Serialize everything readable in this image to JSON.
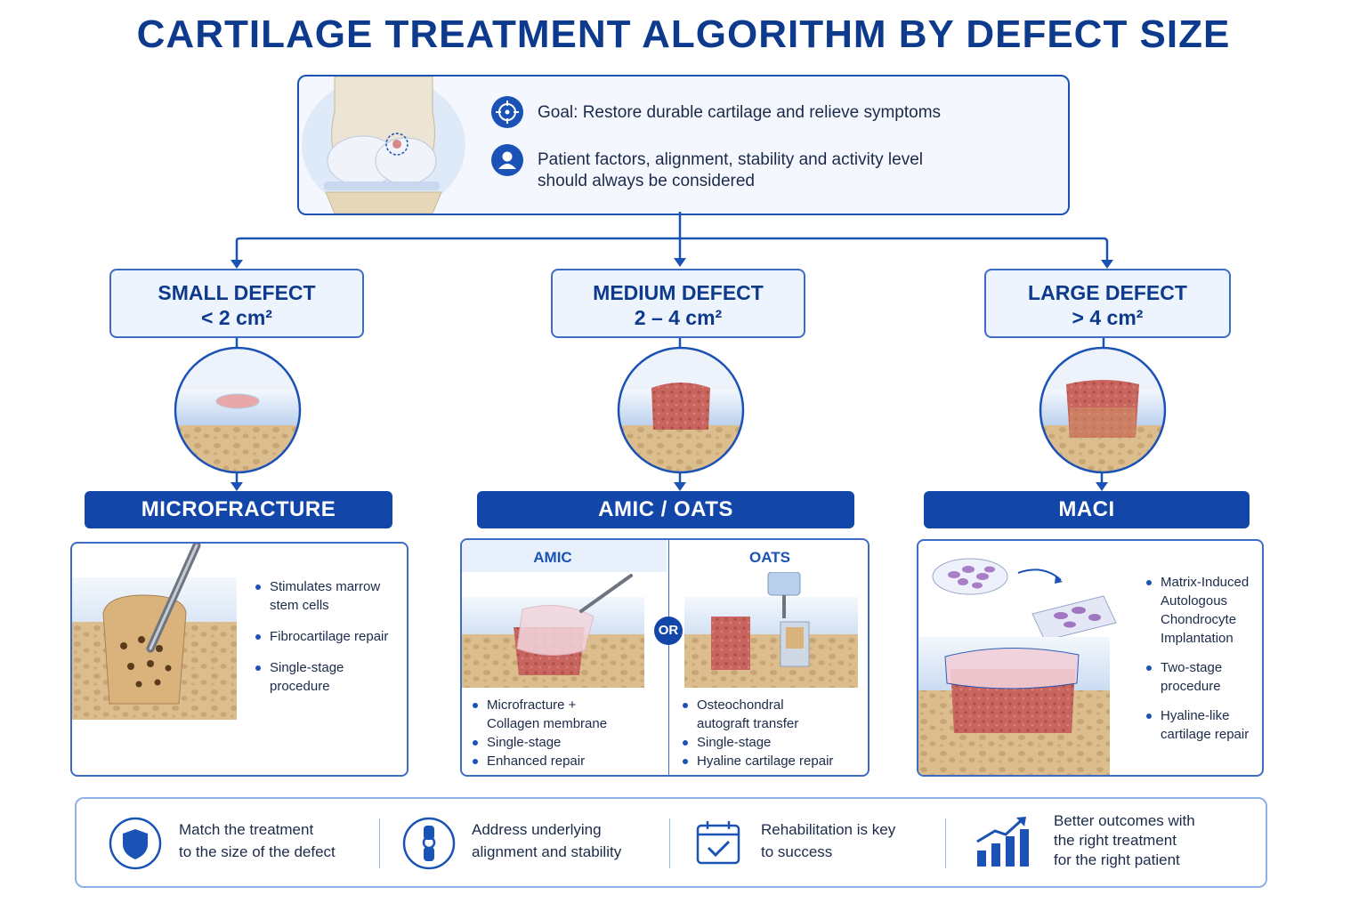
{
  "title": "CARTILAGE TREATMENT ALGORITHM BY DEFECT SIZE",
  "goal": {
    "goal_text": "Goal: Restore durable cartilage and relieve symptoms",
    "patient_line1": "Patient factors, alignment, stability and activity level",
    "patient_line2": "should always be considered",
    "icons": [
      "target-icon",
      "person-icon"
    ]
  },
  "defects": [
    {
      "label": "SMALL DEFECT",
      "size": "< 2 cm²",
      "treatment": "MICROFRACTURE",
      "bullets": [
        [
          "Stimulates marrow",
          "stem cells"
        ],
        [
          "Fibrocartilage repair"
        ],
        [
          "Single-stage",
          "procedure"
        ]
      ]
    },
    {
      "label": "MEDIUM DEFECT",
      "size": "2 – 4 cm²",
      "treatment": "AMIC / OATS",
      "or_label": "OR",
      "amic": {
        "title": "AMIC",
        "bullets": [
          [
            "Microfracture +",
            "Collagen membrane"
          ],
          [
            "Single-stage"
          ],
          [
            "Enhanced repair"
          ]
        ]
      },
      "oats": {
        "title": "OATS",
        "bullets": [
          [
            "Osteochondral",
            "autograft transfer"
          ],
          [
            "Single-stage"
          ],
          [
            "Hyaline cartilage repair"
          ]
        ]
      }
    },
    {
      "label": "LARGE DEFECT",
      "size": "> 4 cm²",
      "treatment": "MACI",
      "bullets": [
        [
          "Matrix-Induced",
          "Autologous",
          "Chondrocyte",
          "Implantation"
        ],
        [
          "Two-stage",
          "procedure"
        ],
        [
          "Hyaline-like",
          "cartilage repair"
        ]
      ]
    }
  ],
  "footer": [
    {
      "icon": "shield-icon",
      "line1": "Match the treatment",
      "line2": "to the size of the defect"
    },
    {
      "icon": "knee-joint-icon",
      "line1": "Address underlying",
      "line2": "alignment and stability"
    },
    {
      "icon": "calendar-check-icon",
      "line1": "Rehabilitation is key",
      "line2": "to success"
    },
    {
      "icon": "bar-chart-growth-icon",
      "line1": "Better outcomes with",
      "line2": "the right treatment",
      "line3": "for the right patient"
    }
  ],
  "colors": {
    "primary": "#1246a8",
    "title": "#0d3a8c",
    "cartilage": "#dbe8f7",
    "bone": "#d9b98a",
    "tissue": "#c96b6b"
  }
}
